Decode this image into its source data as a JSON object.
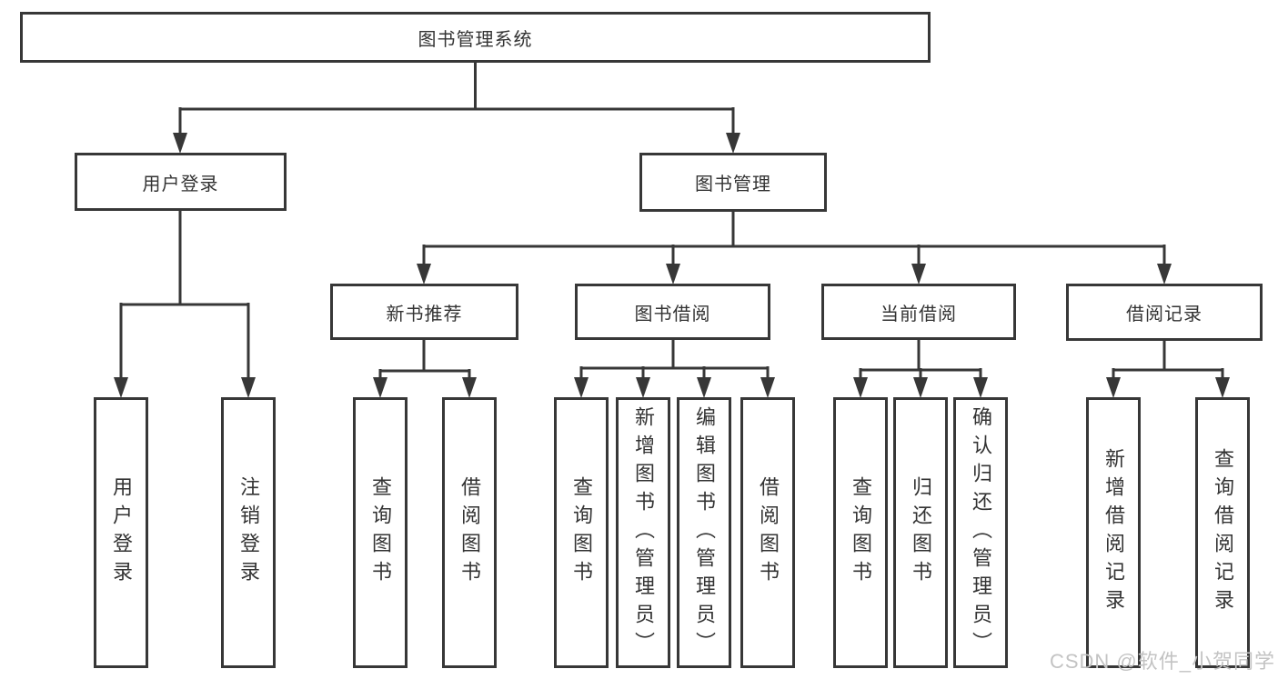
{
  "tree": {
    "root": "图书管理系统",
    "children": [
      {
        "label": "用户登录",
        "children": [
          {
            "label": "用户登录"
          },
          {
            "label": "注销登录"
          }
        ]
      },
      {
        "label": "图书管理",
        "children": [
          {
            "label": "新书推荐",
            "children": [
              {
                "label": "查询图书"
              },
              {
                "label": "借阅图书"
              }
            ]
          },
          {
            "label": "图书借阅",
            "children": [
              {
                "label": "查询图书"
              },
              {
                "label": "新增图书（管理员）"
              },
              {
                "label": "编辑图书（管理员）"
              },
              {
                "label": "借阅图书"
              }
            ]
          },
          {
            "label": "当前借阅",
            "children": [
              {
                "label": "查询图书"
              },
              {
                "label": "归还图书"
              },
              {
                "label": "确认归还（管理员）"
              }
            ]
          },
          {
            "label": "借阅记录",
            "children": [
              {
                "label": "新增借阅记录"
              },
              {
                "label": "查询借阅记录"
              }
            ]
          }
        ]
      }
    ]
  },
  "watermark": {
    "text": "CSDN @软件_小贺同学"
  },
  "colors": {
    "line": "#373737",
    "box_border": "#373737",
    "text": "#333333",
    "watermark": "#c3c3c3",
    "background": "#ffffff"
  }
}
